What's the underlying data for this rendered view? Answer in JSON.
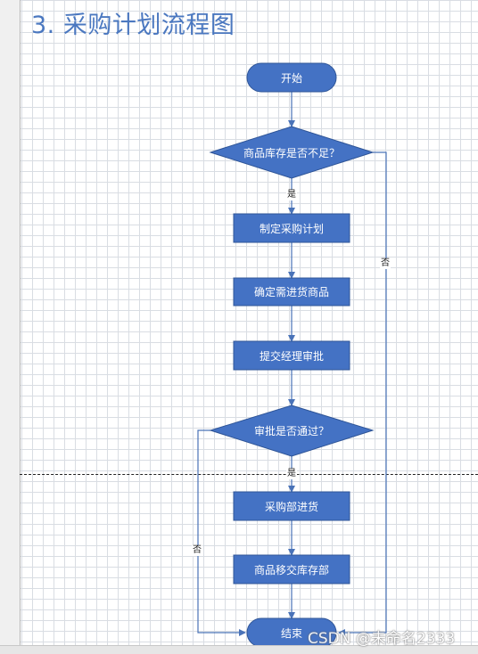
{
  "title": "3. 采购计划流程图",
  "nodes": {
    "start": "开始",
    "decision_stock": "商品库存是否不足？",
    "plan": "制定采购计划",
    "confirm_goods": "确定需进货商品",
    "submit_approval": "提交经理审批",
    "decision_approved": "审批是否通过？",
    "purchase_in": "采购部进货",
    "transfer": "商品移交库存部",
    "end": "结束"
  },
  "edge_labels": {
    "stock_yes": "是",
    "stock_no": "否",
    "approved_yes": "是",
    "approved_no": "否"
  },
  "watermark": "CSDN @未命名2333",
  "colors": {
    "node_fill": "#4472c4",
    "node_stroke": "#2f5597",
    "connector": "#4a73b8",
    "title": "#4b78c0"
  }
}
